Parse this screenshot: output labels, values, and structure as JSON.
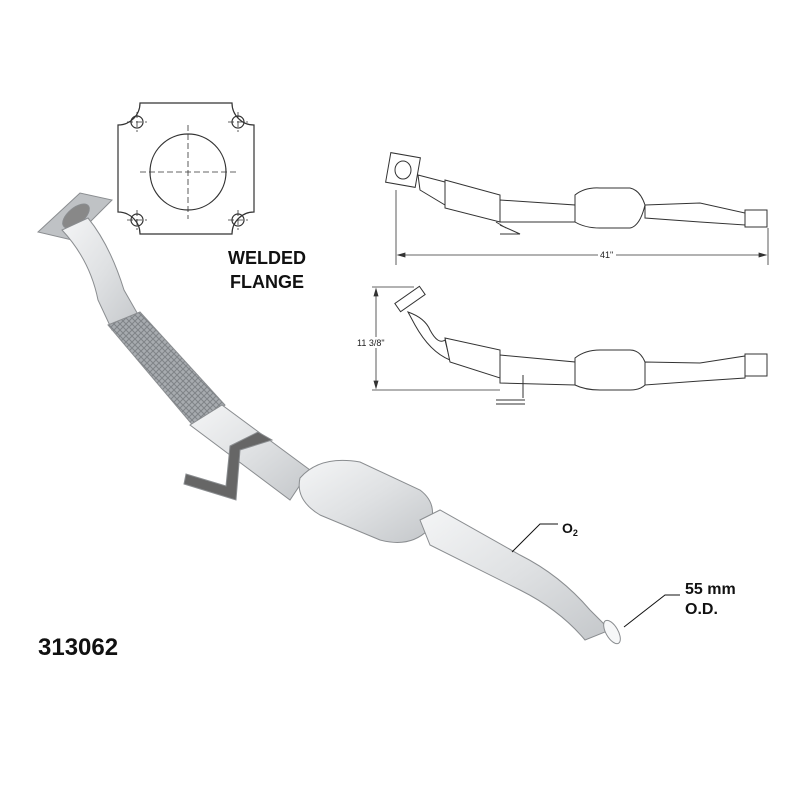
{
  "part_number": "313062",
  "flange_label": {
    "line1": "WELDED",
    "line2": "FLANGE"
  },
  "callouts": {
    "o2": {
      "main": "O",
      "sub": "2"
    },
    "outlet": {
      "line1": "55 mm",
      "line2": "O.D."
    }
  },
  "dimensions": {
    "length": "41\"",
    "height": "11 3/8\""
  },
  "colors": {
    "pipe": "#e4e6e8",
    "outline": "#333333",
    "flex": "#9a9ea2"
  }
}
